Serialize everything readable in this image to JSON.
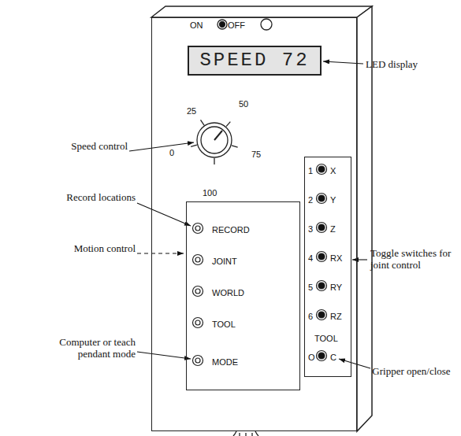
{
  "diagram": {
    "nodes": [
      {
        "text": [
          "ON",
          "OFF",
          "25",
          "50",
          "0",
          "75",
          "100"
        ]
      },
      {
        "text": [
          "SPEED 72"
        ],
        "in": 0
      },
      {
        "text": [
          "RECORD",
          "JOINT",
          "WORLD",
          "TOOL",
          "MODE"
        ],
        "in": 0
      },
      {
        "text": [
          "1",
          "X",
          "2",
          "Y",
          "3",
          "Z",
          "4",
          "RX",
          "5",
          "RY",
          "6",
          "RZ",
          "TOOL",
          "O",
          "C"
        ],
        "in": 0
      }
    ],
    "labels": [
      "Speed control",
      "Record locations",
      "Motion control",
      "Computer or teach pendant mode",
      "LED display",
      "Toggle switches for joint control",
      "Gripper open/close"
    ]
  }
}
